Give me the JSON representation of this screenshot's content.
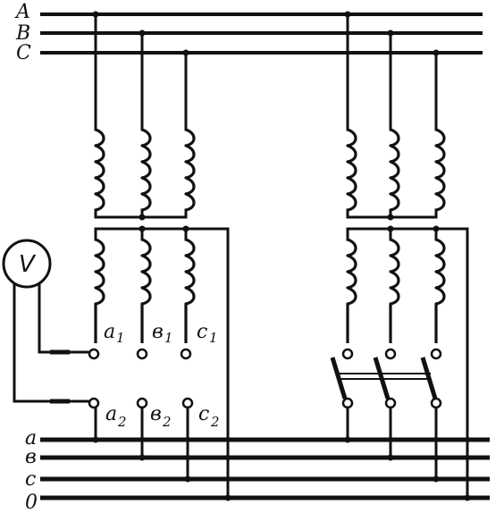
{
  "hv_bus": {
    "labels": [
      "A",
      "B",
      "C"
    ]
  },
  "lv_bus": {
    "labels": [
      "a",
      "в",
      "c",
      "0"
    ]
  },
  "voltmeter": {
    "label": "V"
  },
  "terminals_1": {
    "a": {
      "main": "a",
      "sub": "1"
    },
    "b": {
      "main": "в",
      "sub": "1"
    },
    "c": {
      "main": "c",
      "sub": "1"
    }
  },
  "terminals_2": {
    "a": {
      "main": "a",
      "sub": "2"
    },
    "b": {
      "main": "в",
      "sub": "2"
    },
    "c": {
      "main": "c",
      "sub": "2"
    }
  }
}
